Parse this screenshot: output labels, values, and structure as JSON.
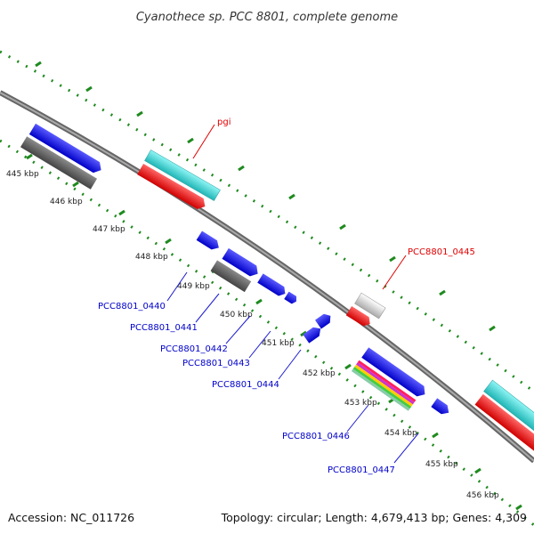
{
  "title": "Cyanothece sp. PCC 8801, complete genome",
  "footer": {
    "accession": "Accession: NC_011726",
    "summary": "Topology: circular; Length: 4,679,413 bp; Genes: 4,309"
  },
  "ticks": [
    "445 kbp",
    "446 kbp",
    "447 kbp",
    "448 kbp",
    "449 kbp",
    "450 kbp",
    "451 kbp",
    "452 kbp",
    "453 kbp",
    "454 kbp",
    "455 kbp",
    "456 kbp"
  ],
  "gene_labels": [
    {
      "text": "pgi",
      "color": "#e00000"
    },
    {
      "text": "PCC8801_0445",
      "color": "#e00000"
    },
    {
      "text": "PCC8801_0440",
      "color": "#0000cc"
    },
    {
      "text": "PCC8801_0441",
      "color": "#0000cc"
    },
    {
      "text": "PCC8801_0442",
      "color": "#0000cc"
    },
    {
      "text": "PCC8801_0443",
      "color": "#0000cc"
    },
    {
      "text": "PCC8801_0444",
      "color": "#0000cc"
    },
    {
      "text": "PCC8801_0446",
      "color": "#0000cc"
    },
    {
      "text": "PCC8801_0447",
      "color": "#0000cc"
    }
  ],
  "colors": {
    "cds": "#1a1aff",
    "gene": "#666666",
    "rna": "#ff2020",
    "misc": "#33cccc",
    "other": "#bbbbbb",
    "backbone": "#888888",
    "dots": "#228b22"
  }
}
